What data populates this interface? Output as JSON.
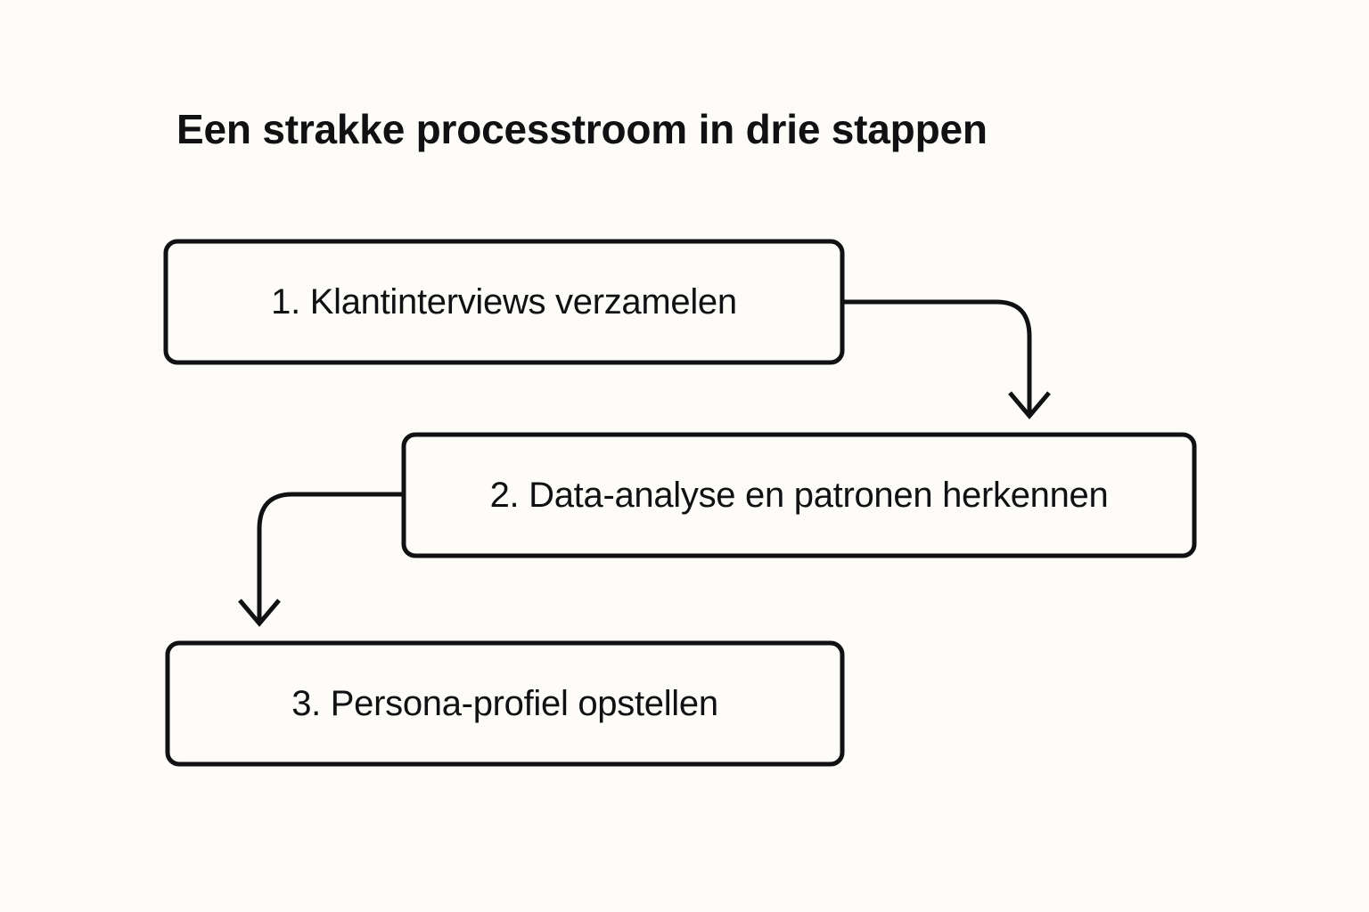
{
  "diagram": {
    "title": "Een strakke processtroom in drie stappen",
    "background_color": "#FDFCF8",
    "stroke_color": "#101113",
    "text_color": "#101113",
    "type": "flowchart",
    "nodes": [
      {
        "id": "step-1",
        "label": "1. Klantinterviews verzamelen"
      },
      {
        "id": "step-2",
        "label": "2. Data-analyse en patronen herkennen"
      },
      {
        "id": "step-3",
        "label": "3. Persona-profiel opstellen"
      }
    ],
    "edges": [
      {
        "from": "step-1",
        "to": "step-2",
        "style": "elbow-rounded",
        "arrowhead": "open-v",
        "direction": "right-then-down"
      },
      {
        "from": "step-2",
        "to": "step-3",
        "style": "elbow-rounded",
        "arrowhead": "open-v",
        "direction": "left-then-down"
      }
    ]
  }
}
